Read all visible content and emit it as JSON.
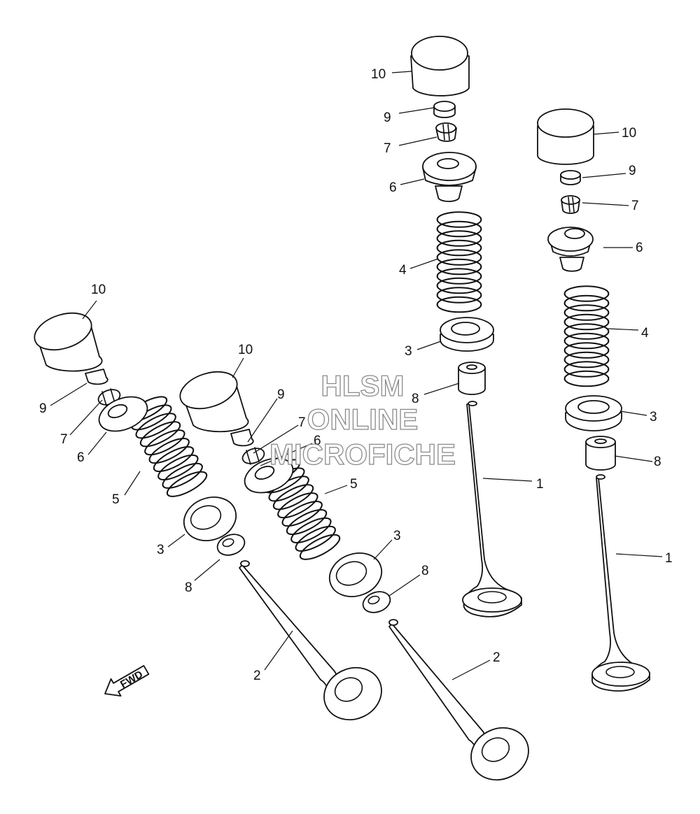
{
  "callouts": {
    "c1a": "1",
    "c1b": "1",
    "c2a": "2",
    "c2b": "2",
    "c3a": "3",
    "c3b": "3",
    "c3c": "3",
    "c3d": "3",
    "c4a": "4",
    "c4b": "4",
    "c5a": "5",
    "c5b": "5",
    "c6a": "6",
    "c6b": "6",
    "c6c": "6",
    "c6d": "6",
    "c7a": "7",
    "c7b": "7",
    "c7c": "7",
    "c7d": "7",
    "c8a": "8",
    "c8b": "8",
    "c8c": "8",
    "c8d": "8",
    "c9a": "9",
    "c9b": "9",
    "c9c": "9",
    "c9d": "9",
    "c10a": "10",
    "c10b": "10",
    "c10c": "10",
    "c10d": "10"
  },
  "direction_arrow": {
    "label": "FWD"
  },
  "watermark": {
    "line1": "HLSM",
    "line2": "ONLINE",
    "line3": "MICROFICHE"
  },
  "colors": {
    "line": "#111111",
    "background": "#ffffff",
    "watermark_outline": "#8a8a8a"
  }
}
